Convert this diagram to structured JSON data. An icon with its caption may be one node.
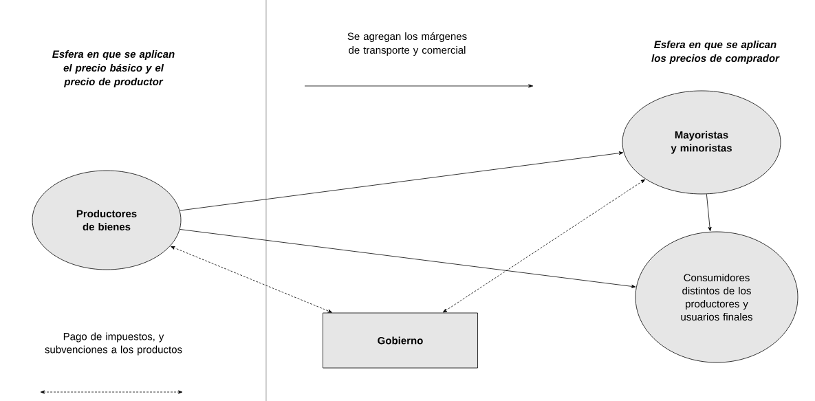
{
  "diagram": {
    "nodes": [
      {
        "text": [
          "Productores de bienes"
        ]
      },
      {
        "text": [
          "Mayoristas y minoristas"
        ]
      },
      {
        "text": [
          "Gobierno"
        ]
      },
      {
        "text": [
          "Consumidores distintos de los productores y usuarios finales"
        ]
      }
    ],
    "edges": [
      {
        "from": 0,
        "to": 1,
        "arrow": "to"
      },
      {
        "from": 0,
        "to": 3,
        "arrow": "to"
      },
      {
        "from": 1,
        "to": 3,
        "arrow": "to"
      },
      {
        "from": 0,
        "to": 2,
        "arrow": "both",
        "style": "dashed"
      },
      {
        "from": 1,
        "to": 2,
        "arrow": "both",
        "style": "dashed"
      }
    ],
    "labels": [
      "Esfera en que se aplican el precio básico y el precio de productor",
      "Se agregan los márgenes de transporte y comercial",
      "Esfera en que se aplican los precios de comprador"
    ],
    "legend": [
      {
        "text": "Pago de impuestos, y subvenciones a los productos"
      }
    ]
  }
}
